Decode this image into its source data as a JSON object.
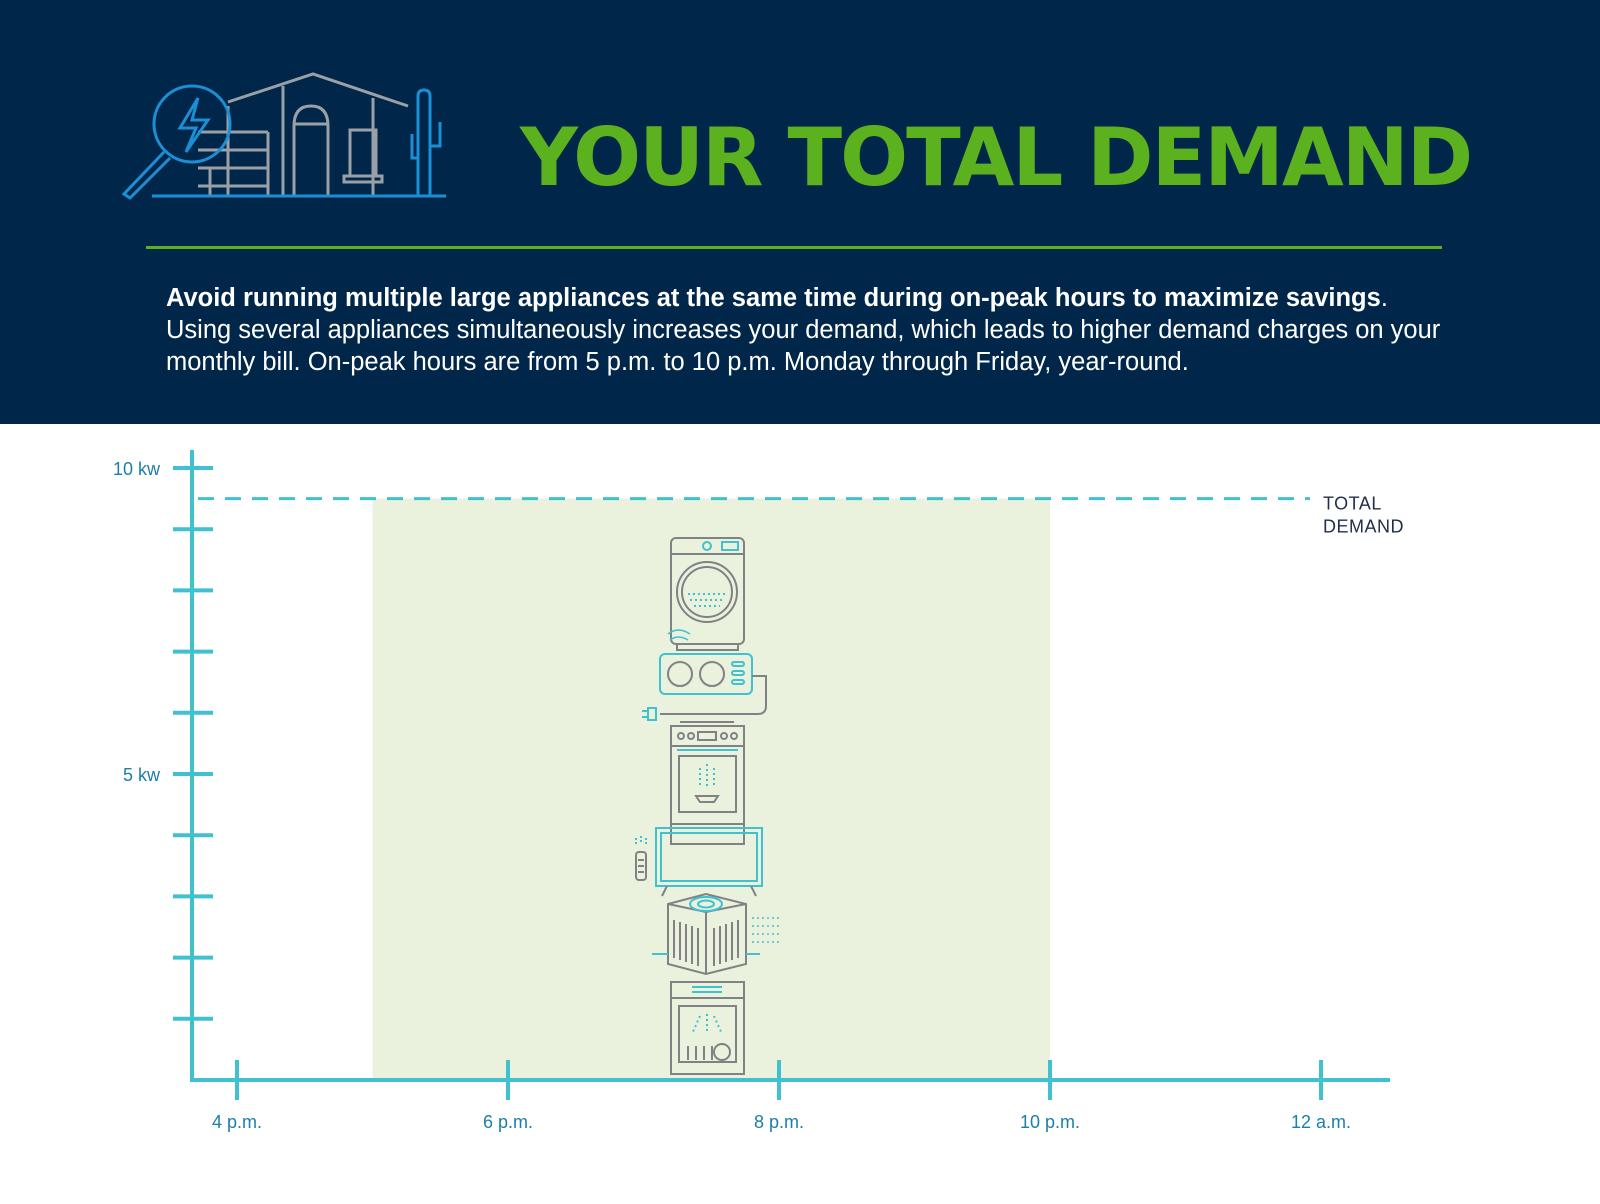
{
  "header": {
    "title": "YOUR TOTAL DEMAND",
    "intro_bold": "Avoid running multiple large appliances at the same time during on-peak hours to maximize savings",
    "intro_rest": ". Using several appliances simultaneously increases your demand, which leads to higher demand charges on your monthly bill. On-peak hours are from 5 p.m. to 10 p.m. Monday through Friday, year-round."
  },
  "icons": {
    "logo": "house-with-magnifier-bolt-icon",
    "appliances": [
      "clothes-dryer-icon",
      "power-strip-icon",
      "oven-range-icon",
      "television-icon",
      "air-conditioner-icon",
      "dishwasher-icon"
    ]
  },
  "colors": {
    "header_bg": "#00274a",
    "accent_green": "#5cb21e",
    "axis_cyan": "#3fc1d0",
    "peak_fill": "#eaf1dc",
    "appliance_gray": "#808285"
  },
  "chart_data": {
    "type": "area",
    "x_ticks": [
      {
        "value": 16,
        "label": "4 p.m."
      },
      {
        "value": 18,
        "label": "6 p.m."
      },
      {
        "value": 20,
        "label": "8 p.m."
      },
      {
        "value": 22,
        "label": "10 p.m."
      },
      {
        "value": 24,
        "label": "12 a.m."
      }
    ],
    "y_ticks": [
      1,
      2,
      3,
      4,
      5,
      6,
      7,
      8,
      9,
      10
    ],
    "y_tick_labels": [
      {
        "value": 5,
        "label": "5 kw"
      },
      {
        "value": 10,
        "label": "10 kw"
      }
    ],
    "on_peak_period": [
      17,
      22
    ],
    "total_demand_kw": 9.5,
    "total_demand_label": [
      "TOTAL",
      "DEMAND"
    ],
    "grid": false,
    "legend": "none"
  }
}
